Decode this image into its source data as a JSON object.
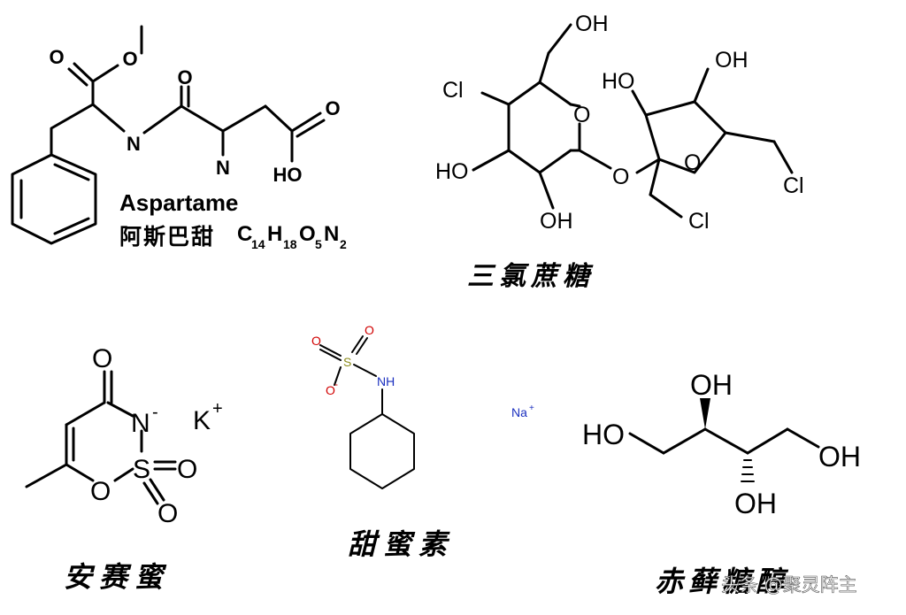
{
  "molecules": {
    "aspartame": {
      "name_en": "Aspartame",
      "name_zh": "阿斯巴甜",
      "formula": {
        "c": "C",
        "c_n": "14",
        "h": "H",
        "h_n": "18",
        "o": "O",
        "o_n": "5",
        "n": "N",
        "n_n": "2"
      },
      "atoms": {
        "o_ketone": "O",
        "o_ester": "O",
        "n_amide": "N",
        "o_amide": "O",
        "n_amine": "N",
        "o_acid": "O",
        "oh_acid": "HO"
      }
    },
    "sucralose": {
      "name_zh": "三氯蔗糖",
      "atoms": {
        "oh_top": "OH",
        "cl_left": "Cl",
        "o_ring1": "O",
        "ho_left": "HO",
        "oh_bottom": "OH",
        "o_bridge": "O",
        "ho_furan": "HO",
        "oh_furan": "OH",
        "o_ring2": "O",
        "cl_right": "Cl",
        "cl_bottom": "Cl"
      }
    },
    "acesulfame_k": {
      "name_zh": "安赛蜜",
      "atoms": {
        "o_carbonyl": "O",
        "n": "N",
        "n_charge": "-",
        "k": "K",
        "k_charge": "+",
        "s": "S",
        "o_s1": "O",
        "o_s2": "O",
        "o_ring": "O"
      }
    },
    "cyclamate": {
      "name_zh": "甜蜜素",
      "atoms": {
        "o_top": "O",
        "o_left": "O",
        "s": "S",
        "o_minus": "O",
        "o_charge": "-",
        "nh": "NH",
        "na": "Na",
        "na_charge": "+"
      }
    },
    "erythritol": {
      "name_zh": "赤藓糖醇",
      "atoms": {
        "oh_top": "OH",
        "ho_left": "HO",
        "oh_right": "OH",
        "oh_bottom": "OH"
      }
    }
  },
  "watermark": "头条 @聚灵阵主",
  "colors": {
    "bond": "#000000",
    "oxygen_cyclamate": "#d10000",
    "nitrogen_cyclamate": "#1a2fbf",
    "sulfur_cyclamate": "#8a8a1a",
    "watermark": "#ffffff"
  }
}
